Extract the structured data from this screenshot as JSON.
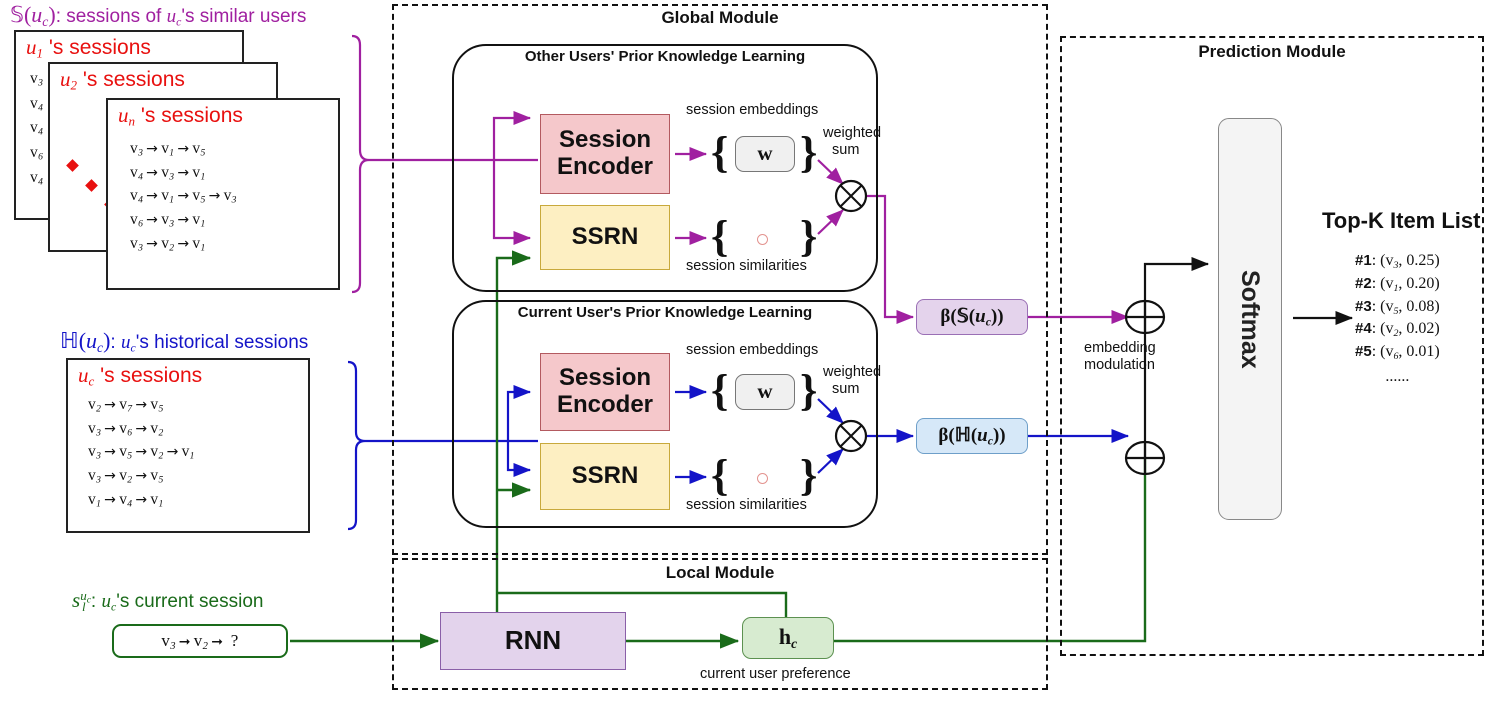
{
  "similar_users": {
    "heading": "𝕊(u_c): sessions of u_c's similar users",
    "heading_parts": {
      "set": "𝕊",
      "u": "u",
      "c": "c",
      "rest": ": sessions of ",
      "u2": "u",
      "c2": "c",
      "tail": "'s similar users"
    },
    "cards": [
      {
        "title_u": "u",
        "title_sub": "1",
        "title_tail": "'s sessions",
        "rows": [
          "v3",
          "v4",
          "v4",
          "v6",
          "v4"
        ]
      },
      {
        "title_u": "u",
        "title_sub": "2",
        "title_tail": "'s sessions",
        "rows": []
      },
      {
        "title_u": "u",
        "title_sub": "n",
        "title_tail": "'s sessions",
        "rows": [
          [
            "v3",
            "v1",
            "v5"
          ],
          [
            "v4",
            "v3",
            "v1"
          ],
          [
            "v4",
            "v1",
            "v5",
            "v3"
          ],
          [
            "v6",
            "v3",
            "v1"
          ],
          [
            "v3",
            "v2",
            "v1"
          ]
        ]
      }
    ]
  },
  "historical": {
    "heading_parts": {
      "set": "ℍ",
      "u": "u",
      "c": "c",
      "rest": ": ",
      "u2": "u",
      "c2": "c",
      "tail": "'s historical sessions"
    },
    "card": {
      "title_u": "u",
      "title_sub": "c",
      "title_tail": "'s sessions",
      "rows": [
        [
          "v2",
          "v7",
          "v5"
        ],
        [
          "v3",
          "v6",
          "v2"
        ],
        [
          "v3",
          "v5",
          "v2",
          "v1"
        ],
        [
          "v3",
          "v2",
          "v5"
        ],
        [
          "v1",
          "v4",
          "v1"
        ]
      ]
    }
  },
  "current_session": {
    "heading_parts": {
      "s": "s",
      "sup": "u_c",
      "sub": "l",
      "rest": ": ",
      "u": "u",
      "c": "c",
      "tail": "'s current session"
    },
    "box_items": [
      "v3",
      "v2",
      "?"
    ]
  },
  "global_module": {
    "title": "Global Module",
    "panels": [
      {
        "title": "Other Users' Prior Knowledge Learning",
        "encoder_label": "Session\nEncoder",
        "encoder_line1": "Session",
        "encoder_line2": "Encoder",
        "ssrn_label": "SSRN",
        "embeddings_label": "session embeddings",
        "similarities_label": "session similarities",
        "w_label": "w",
        "weighted_line1": "weighted",
        "weighted_line2": "sum"
      },
      {
        "title": "Current User's Prior Knowledge Learning",
        "encoder_line1": "Session",
        "encoder_line2": "Encoder",
        "ssrn_label": "SSRN",
        "embeddings_label": "session embeddings",
        "similarities_label": "session similarities",
        "w_label": "w",
        "weighted_line1": "weighted",
        "weighted_line2": "sum"
      }
    ],
    "beta_s": "β(𝕊(u_c))",
    "beta_h": "β(ℍ(u_c))"
  },
  "local_module": {
    "title": "Local Module",
    "rnn_label": "RNN",
    "hc_label": "h_c",
    "hc_caption": "current user preference"
  },
  "prediction_module": {
    "title": "Prediction Module",
    "softmax_label": "Softmax",
    "modulation_line1": "embedding",
    "modulation_line2": "modulation",
    "topk_title": "Top-K Item List",
    "topk_items": [
      {
        "rank": "#1",
        "item": "v3",
        "score": "0.25"
      },
      {
        "rank": "#2",
        "item": "v1",
        "score": "0.20"
      },
      {
        "rank": "#3",
        "item": "v5",
        "score": "0.08"
      },
      {
        "rank": "#4",
        "item": "v2",
        "score": "0.02"
      },
      {
        "rank": "#5",
        "item": "v6",
        "score": "0.01"
      }
    ],
    "ellipsis": "......"
  },
  "colors": {
    "purple": "#a020a0",
    "blue": "#1414c8",
    "green": "#1a6b1a",
    "red": "#e8100f",
    "black": "#111111"
  }
}
